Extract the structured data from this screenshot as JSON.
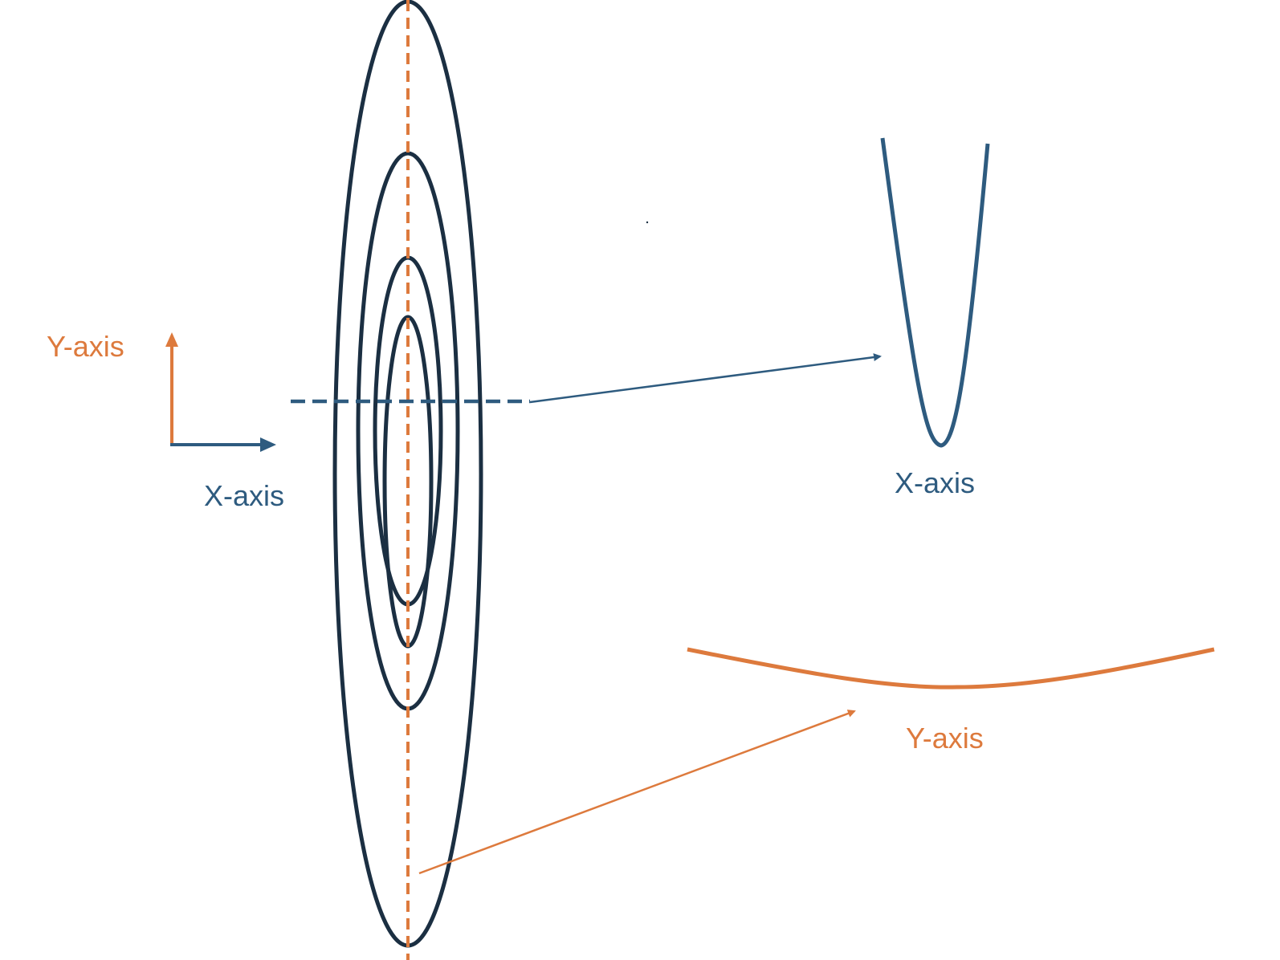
{
  "colors": {
    "contour": "#1b2f42",
    "x_axis": "#2e5b7f",
    "y_axis": "#dd7a3d",
    "background": "#ffffff"
  },
  "legend": {
    "y_label": "Y-axis",
    "x_label": "X-axis"
  },
  "contour_plot": {
    "ring_count": 4,
    "shape": "concentric ellipses elongated vertically"
  },
  "x_slice": {
    "label": "X-axis",
    "curve": "narrow parabola (steep)"
  },
  "y_slice": {
    "label": "Y-axis",
    "curve": "wide shallow curve"
  }
}
